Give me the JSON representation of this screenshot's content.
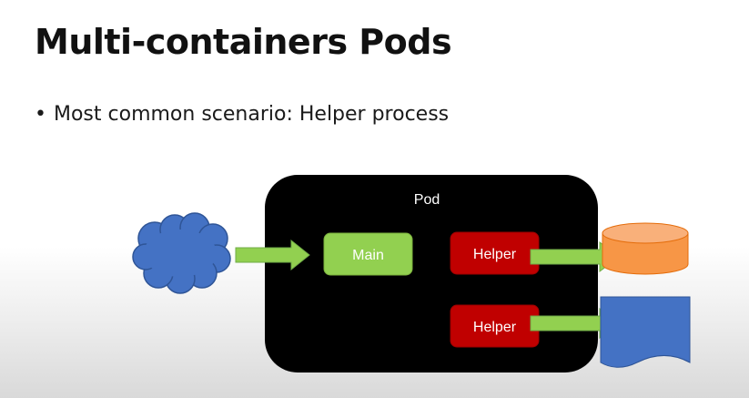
{
  "slide": {
    "title": "Multi-containers Pods",
    "bullet_symbol": "•",
    "bullet_text": "Most common scenario: Helper process"
  },
  "diagram": {
    "pod_label": "Pod",
    "main_label": "Main",
    "helper_top_label": "Helper",
    "helper_bottom_label": "Helper",
    "colors": {
      "pod": "#000000",
      "main_box": "#92d050",
      "helper_box": "#c00000",
      "arrow": "#92d050",
      "cloud": "#4472c4",
      "database": "#f79646",
      "document": "#4472c4"
    }
  }
}
